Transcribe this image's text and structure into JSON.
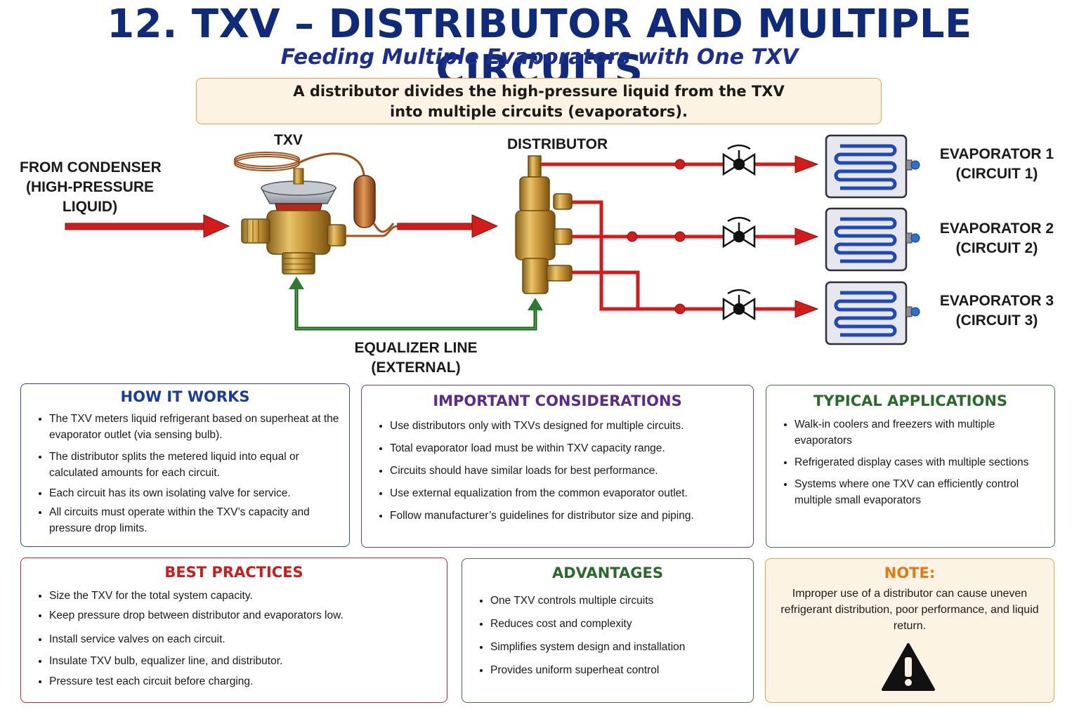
{
  "header": {
    "title": "12. TXV – DISTRIBUTOR AND MULTIPLE CIRCUITS",
    "subtitle": "Feeding Multiple Evaporators with One TXV",
    "intro_line1": "A distributor divides the high-pressure liquid from the TXV",
    "intro_line2": "into multiple circuits (evaporators)."
  },
  "diagram": {
    "txv_label": "TXV",
    "distributor_label": "DISTRIBUTOR",
    "condenser_label": [
      "FROM CONDENSER",
      "(HIGH-PRESSURE",
      "LIQUID)"
    ],
    "equalizer_label": [
      "EQUALIZER LINE",
      "(EXTERNAL)"
    ],
    "evaporators": [
      {
        "name": "EVAPORATOR 1",
        "circuit": "(CIRCUIT 1)"
      },
      {
        "name": "EVAPORATOR 2",
        "circuit": "(CIRCUIT 2)"
      },
      {
        "name": "EVAPORATOR 3",
        "circuit": "(CIRCUIT 3)"
      }
    ],
    "colors": {
      "liquid_line": "#d21b1b",
      "equalizer_line": "#2e7a2e",
      "coil": "#1f49b8",
      "brass": "#c9973a"
    }
  },
  "panels": {
    "how_it_works": {
      "title": "HOW IT WORKS",
      "color": "#1b3d9a",
      "items": [
        "The TXV meters liquid refrigerant based on superheat at the evaporator outlet (via sensing bulb).",
        "The distributor splits the metered liquid into equal or calculated amounts for each circuit.",
        "Each circuit has its own isolating valve for service.",
        "All circuits must operate within the TXV’s capacity and pressure drop limits."
      ]
    },
    "considerations": {
      "title": "IMPORTANT CONSIDERATIONS",
      "color": "#5b2a8c",
      "items": [
        "Use distributors only with TXVs designed for multiple circuits.",
        "Total evaporator load must be within TXV capacity range.",
        "Circuits should have similar loads for best performance.",
        "Use external equalization from the common evaporator outlet.",
        "Follow manufacturer’s guidelines for distributor size and piping."
      ]
    },
    "applications": {
      "title": "TYPICAL APPLICATIONS",
      "color": "#2a6a2a",
      "items": [
        "Walk-in coolers and freezers with multiple evaporators",
        "Refrigerated display cases with multiple sections",
        "Systems where one TXV can efficiently control multiple small evaporators"
      ]
    },
    "best_practices": {
      "title": "BEST PRACTICES",
      "color": "#c41f1f",
      "items": [
        "Size the TXV for the total system capacity.",
        "Keep pressure drop between distributor and evaporators low.",
        "Install service valves on each circuit.",
        "Insulate TXV bulb, equalizer line, and distributor.",
        "Pressure test each circuit before charging."
      ]
    },
    "advantages": {
      "title": "ADVANTAGES",
      "color": "#2a6a2a",
      "items": [
        "One TXV controls multiple circuits",
        "Reduces cost and complexity",
        "Simplifies system design and installation",
        "Provides uniform superheat control"
      ]
    },
    "note": {
      "title": "NOTE:",
      "color": "#e07a12",
      "text": "Improper use of a distributor can cause uneven refrigerant distribution, poor performance, and liquid return.",
      "icon": "warning-icon"
    }
  }
}
